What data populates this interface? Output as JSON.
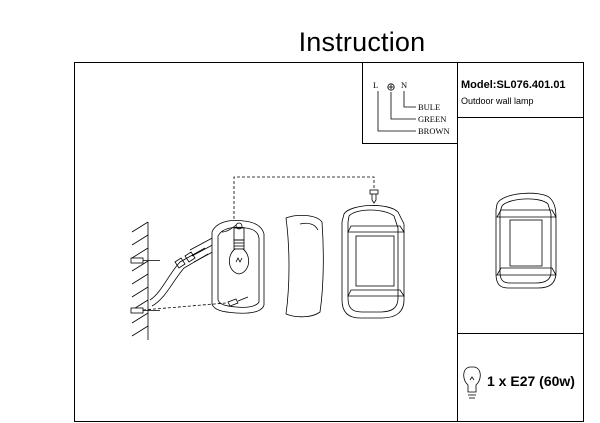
{
  "header": {
    "title": "Instruction"
  },
  "info": {
    "model": "Model:SL076.401.01",
    "subtitle": "Outdoor wall lamp"
  },
  "wiring": {
    "terminals": {
      "live": "L",
      "neutral": "N"
    },
    "wires": [
      "BULE",
      "GREEN",
      "BROWN"
    ]
  },
  "bulb": {
    "spec": "1 x E27 (60w)"
  },
  "icons": [
    "ground-icon",
    "bulb-icon",
    "screw-icon"
  ]
}
